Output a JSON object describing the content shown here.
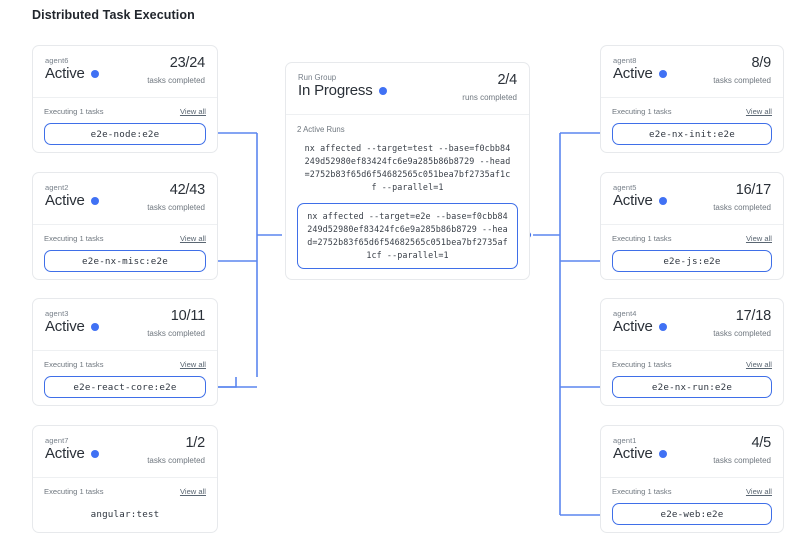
{
  "page": {
    "title": "Distributed Task Execution"
  },
  "theme": {
    "accent": "#4071f4",
    "wire": "#5b86ef",
    "card_border": "#e7e9ec",
    "text": "#2a3038",
    "muted": "#6f777f"
  },
  "labels": {
    "executing": "Executing 1 tasks",
    "view_all": "View all",
    "tasks_completed": "tasks completed",
    "runs_completed": "runs completed"
  },
  "run_group": {
    "kicker": "Run Group",
    "status": "In Progress",
    "status_dot": "status-dot-blue",
    "count": "2/4",
    "count_label": "runs completed",
    "active_runs_label": "2 Active Runs",
    "runs": [
      {
        "command": "nx affected --target=test --base=f0cbb84249d52980ef83424fc6e9a285b86b8729 --head=2752b83f65d6f54682565c051bea7bf2735af1cf --parallel=1",
        "highlighted": false
      },
      {
        "command": "nx affected --target=e2e --base=f0cbb84249d52980ef83424fc6e9a285b86b8729 --head=2752b83f65d6f54682565c051bea7bf2735af1cf --parallel=1",
        "highlighted": true
      }
    ]
  },
  "left_agents": [
    {
      "name": "agent6",
      "status": "Active",
      "count": "23/24",
      "count_label": "tasks completed",
      "executing": "Executing 1 tasks",
      "view_all": "View all",
      "task": "e2e-node:e2e",
      "task_highlighted": true
    },
    {
      "name": "agent2",
      "status": "Active",
      "count": "42/43",
      "count_label": "tasks completed",
      "executing": "Executing 1 tasks",
      "view_all": "View all",
      "task": "e2e-nx-misc:e2e",
      "task_highlighted": true
    },
    {
      "name": "agent3",
      "status": "Active",
      "count": "10/11",
      "count_label": "tasks completed",
      "executing": "Executing 1 tasks",
      "view_all": "View all",
      "task": "e2e-react-core:e2e",
      "task_highlighted": true
    },
    {
      "name": "agent7",
      "status": "Active",
      "count": "1/2",
      "count_label": "tasks completed",
      "executing": "Executing 1 tasks",
      "view_all": "View all",
      "task": "angular:test",
      "task_highlighted": false
    }
  ],
  "right_agents": [
    {
      "name": "agent8",
      "status": "Active",
      "count": "8/9",
      "count_label": "tasks completed",
      "executing": "Executing 1 tasks",
      "view_all": "View all",
      "task": "e2e-nx-init:e2e",
      "task_highlighted": true
    },
    {
      "name": "agent5",
      "status": "Active",
      "count": "16/17",
      "count_label": "tasks completed",
      "executing": "Executing 1 tasks",
      "view_all": "View all",
      "task": "e2e-js:e2e",
      "task_highlighted": true
    },
    {
      "name": "agent4",
      "status": "Active",
      "count": "17/18",
      "count_label": "tasks completed",
      "executing": "Executing 1 tasks",
      "view_all": "View all",
      "task": "e2e-nx-run:e2e",
      "task_highlighted": true
    },
    {
      "name": "agent1",
      "status": "Active",
      "count": "4/5",
      "count_label": "tasks completed",
      "executing": "Executing 1 tasks",
      "view_all": "View all",
      "task": "e2e-web:e2e",
      "task_highlighted": true
    }
  ]
}
